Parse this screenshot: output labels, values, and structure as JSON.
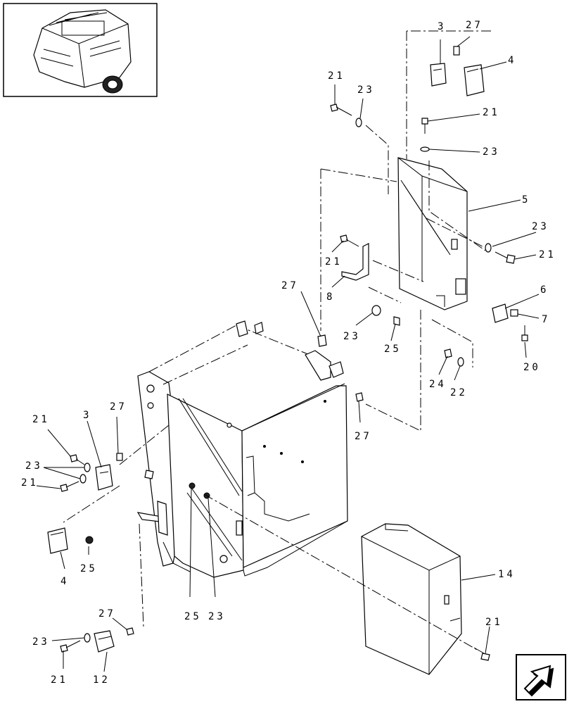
{
  "callouts": {
    "c3_top": "3",
    "c27_top": "27",
    "c4_top": "4",
    "c21_a": "21",
    "c23_a": "23",
    "c21_b": "21",
    "c23_b": "23",
    "c5": "5",
    "c23_c": "23",
    "c21_c": "21",
    "c21_d": "21",
    "c8": "8",
    "c27_mid": "27",
    "c6": "6",
    "c7": "7",
    "c23_d": "23",
    "c25_a": "25",
    "c20": "20",
    "c24": "24",
    "c22": "22",
    "c27_right": "27",
    "c21_left": "21",
    "c3_left": "3",
    "c27_left": "27",
    "c23_left": "23",
    "c21_left2": "21",
    "c4_left": "4",
    "c25_left": "25",
    "c25_bottom": "25",
    "c23_bottom": "23",
    "c14": "14",
    "c21_right": "21",
    "c27_bottom": "27",
    "c23_bottom2": "23",
    "c21_bottom": "21",
    "c12": "12"
  },
  "icons": {
    "thumbnail": "baler-thumbnail-icon",
    "nav": "next-page-arrow-icon"
  }
}
